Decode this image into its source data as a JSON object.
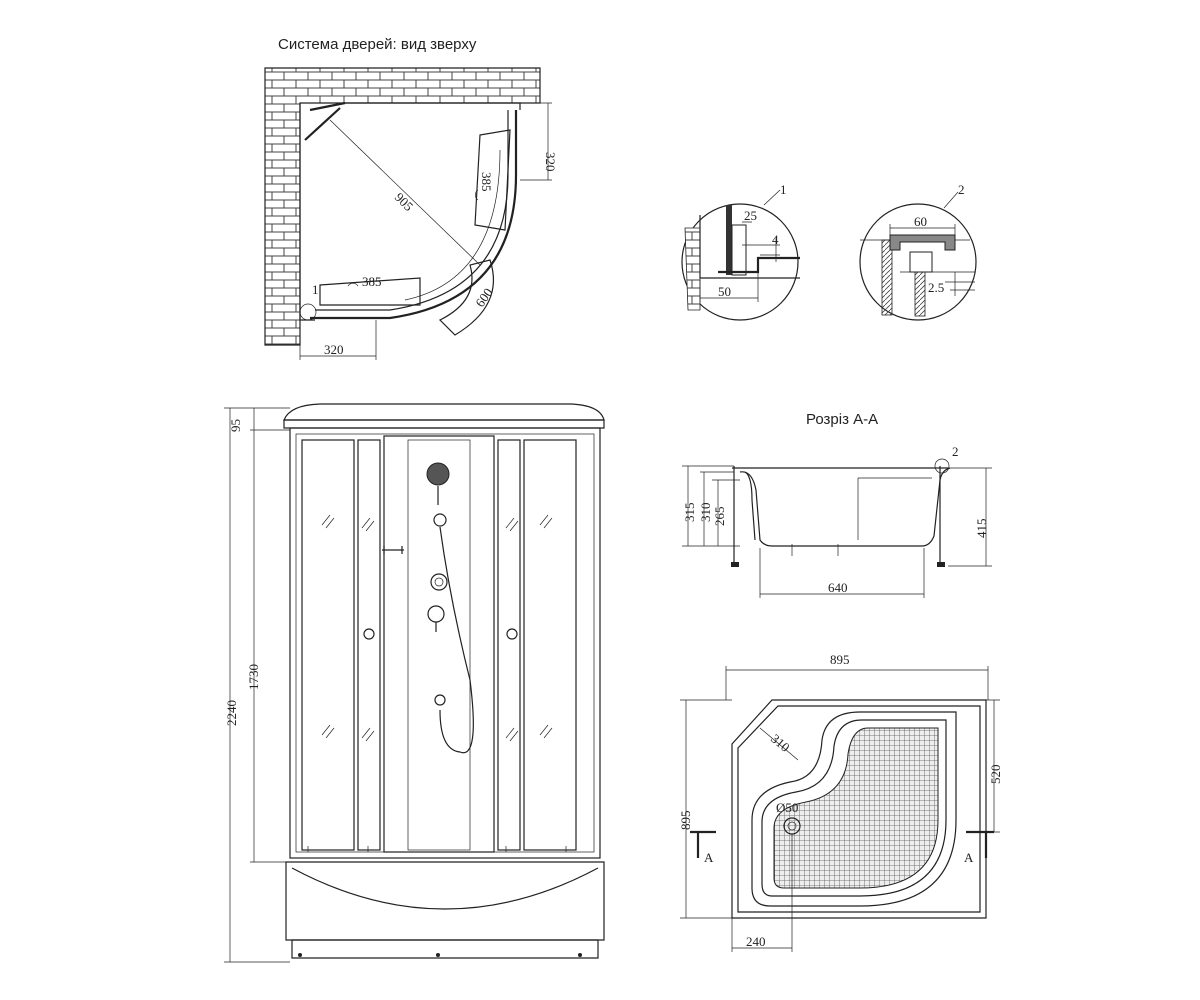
{
  "titles": {
    "top_view": "Система дверей: вид зверху",
    "section": "Розріз А-А"
  },
  "top_view": {
    "diag": "905",
    "arc_right": "385",
    "arc_bottom": "385",
    "side_right": "320",
    "side_bottom": "320",
    "opening": "600",
    "marker": "1"
  },
  "detail_1": {
    "label": "1",
    "d25": "25",
    "d4": "4",
    "d50": "50"
  },
  "detail_2": {
    "label": "2",
    "d60": "60",
    "d25": "2.5"
  },
  "front": {
    "h_top": "95",
    "h_glass": "1730",
    "h_total": "2240"
  },
  "section_aa": {
    "h315": "315",
    "h310": "310",
    "h265": "265",
    "w640": "640",
    "h415": "415",
    "marker": "2"
  },
  "tray": {
    "w895": "895",
    "h895": "895",
    "r310": "310",
    "h520": "520",
    "drain": "Ø50",
    "w240": "240",
    "cut_left": "A",
    "cut_right": "A"
  }
}
